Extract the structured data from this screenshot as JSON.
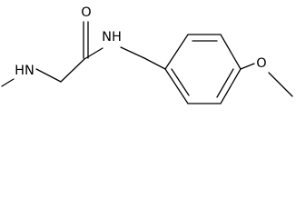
{
  "molecule": {
    "atoms": {
      "carbonyl_oxygen": "O",
      "amine_nitrogen": "HN",
      "amide_nitrogen": "NH",
      "ether_oxygen": "O"
    },
    "colors": {
      "bond": "#000000",
      "label": "#000000",
      "background": "#ffffff"
    }
  }
}
